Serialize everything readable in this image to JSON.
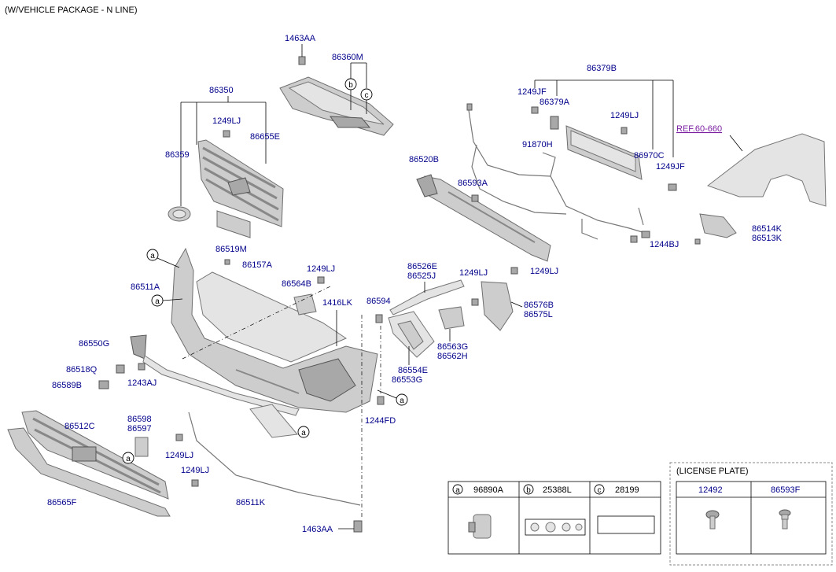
{
  "header": {
    "package_note": "(W/VEHICLE PACKAGE - N LINE)"
  },
  "ref_link": "REF.60-660",
  "parts": {
    "p1463AA_top": "1463AA",
    "p86360M": "86360M",
    "p86350": "86350",
    "p1249LJ_grille": "1249LJ",
    "p86655E": "86655E",
    "p86359": "86359",
    "p86519M": "86519M",
    "p86379B": "86379B",
    "p1249JF_a": "1249JF",
    "p86379A": "86379A",
    "p1249LJ_rail": "1249LJ",
    "p91870H": "91870H",
    "p86970C": "86970C",
    "p1249JF_b": "1249JF",
    "p86520B": "86520B",
    "p86593A": "86593A",
    "p86514K": "86514K",
    "p86513K": "86513K",
    "p1244BJ": "1244BJ",
    "p86157A": "86157A",
    "p86511A": "86511A",
    "p1249LJ_mid": "1249LJ",
    "p86564B": "86564B",
    "p1416LK": "1416LK",
    "p86594": "86594",
    "p86526E": "86526E",
    "p86525J": "86525J",
    "p1249LJ_right": "1249LJ",
    "p1249LJ_right2": "1249LJ",
    "p86576B": "86576B",
    "p86575L": "86575L",
    "p86550G": "86550G",
    "p86563G": "86563G",
    "p86562H": "86562H",
    "p86518Q": "86518Q",
    "p86589B": "86589B",
    "p1243AJ": "1243AJ",
    "p86554E": "86554E",
    "p86553G": "86553G",
    "p1244FD": "1244FD",
    "p86512C": "86512C",
    "p86598": "86598",
    "p86597": "86597",
    "p1249LJ_low": "1249LJ",
    "p1249LJ_low2": "1249LJ",
    "p86565F": "86565F",
    "p86511K": "86511K",
    "p1463AA_bot": "1463AA"
  },
  "callouts": {
    "a": "a",
    "b": "b",
    "c": "c"
  },
  "legend": {
    "items": [
      {
        "key": "a",
        "code": "96890A"
      },
      {
        "key": "b",
        "code": "25388L"
      },
      {
        "key": "c",
        "code": "28199"
      }
    ]
  },
  "license_plate": {
    "title": "(LICENSE PLATE)",
    "items": [
      "12492",
      "86593F"
    ]
  }
}
